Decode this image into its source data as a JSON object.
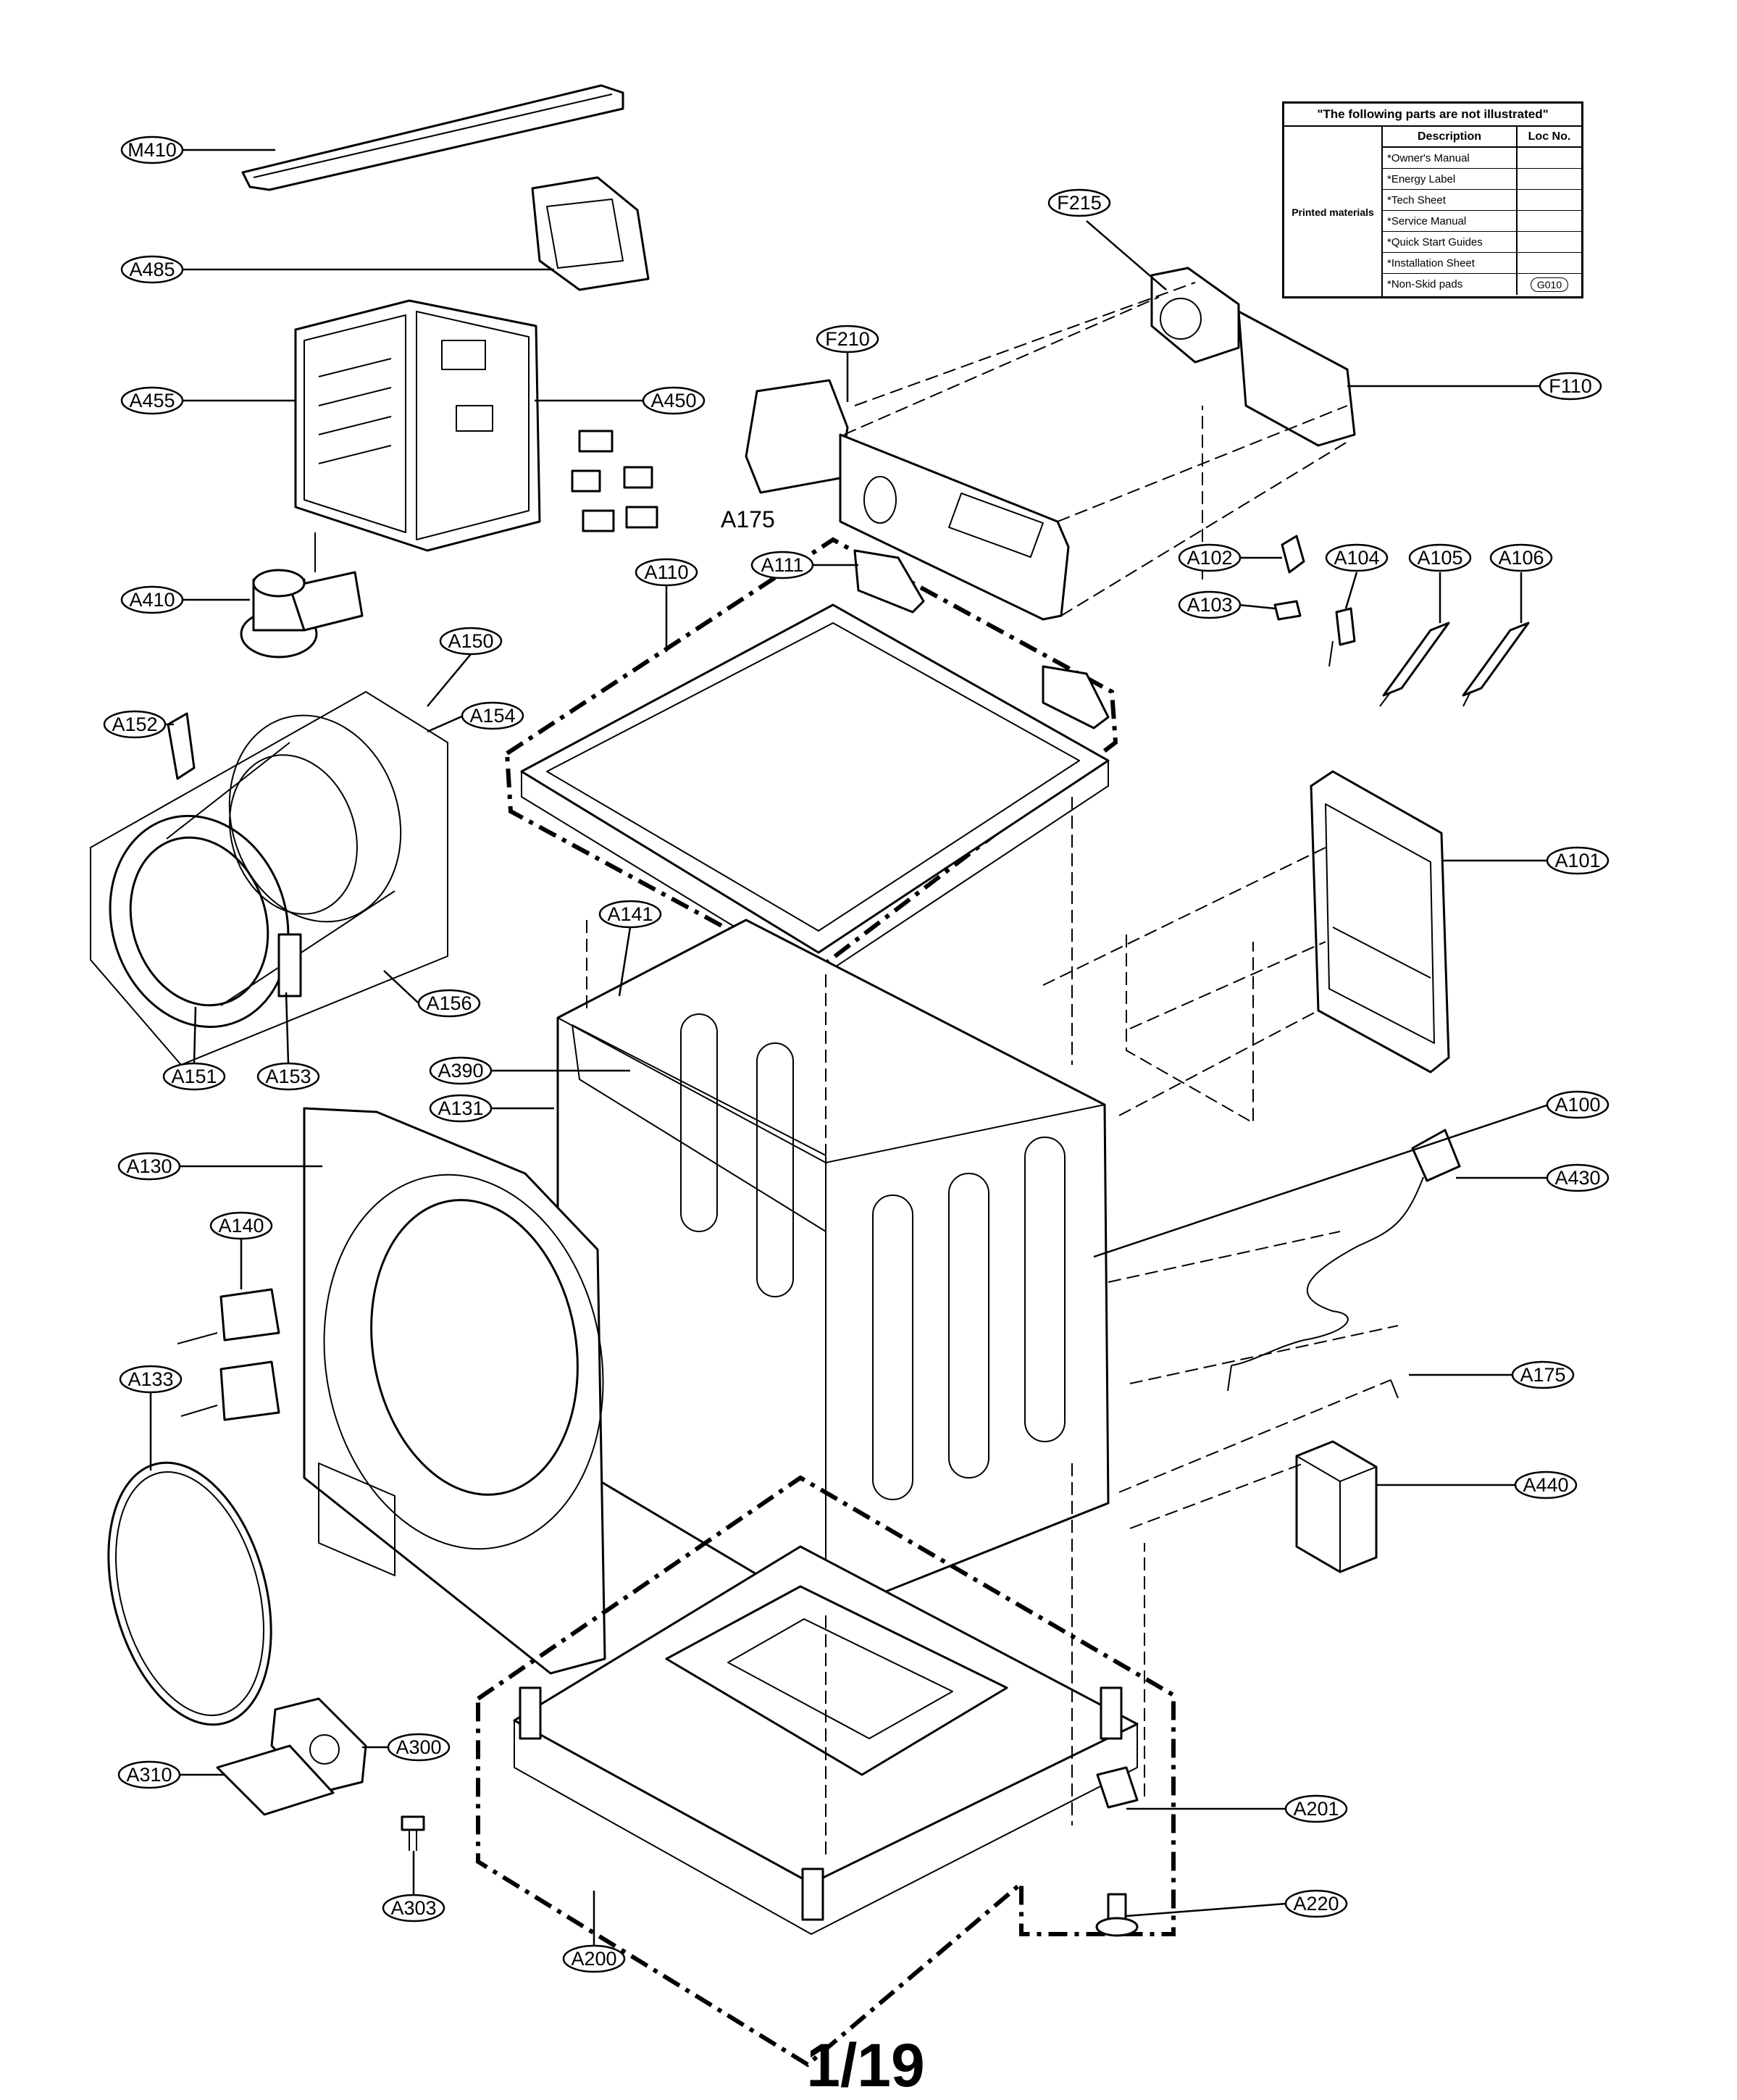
{
  "callouts": {
    "M410": "M410",
    "A485": "A485",
    "A455": "A455",
    "A450": "A450",
    "A410": "A410",
    "A150": "A150",
    "A152": "A152",
    "A154": "A154",
    "A156": "A156",
    "A151": "A151",
    "A153": "A153",
    "A390": "A390",
    "A131": "A131",
    "A130": "A130",
    "A140": "A140",
    "A133": "A133",
    "A310": "A310",
    "A300": "A300",
    "A303": "A303",
    "A200": "A200",
    "F215": "F215",
    "F210": "F210",
    "F110": "F110",
    "A111": "A111",
    "A110": "A110",
    "A102": "A102",
    "A103": "A103",
    "A104": "A104",
    "A105": "A105",
    "A106": "A106",
    "A141": "A141",
    "A101": "A101",
    "A100": "A100",
    "A430": "A430",
    "A175": "A175",
    "A440": "A440",
    "A201": "A201",
    "A220": "A220"
  },
  "plain_labels": {
    "A175_top": "A175"
  },
  "parts_table": {
    "title": "\"The following parts are not illustrated\"",
    "header_description": "Description",
    "header_loc": "Loc No.",
    "category": "Printed materials",
    "rows": [
      {
        "description": "*Owner's Manual",
        "loc": ""
      },
      {
        "description": "*Energy Label",
        "loc": ""
      },
      {
        "description": "*Tech Sheet",
        "loc": ""
      },
      {
        "description": "*Service Manual",
        "loc": ""
      },
      {
        "description": "*Quick Start Guides",
        "loc": ""
      },
      {
        "description": "*Installation Sheet",
        "loc": ""
      },
      {
        "description": "*Non-Skid pads",
        "loc": "G010"
      }
    ]
  },
  "page_number": "1/19"
}
